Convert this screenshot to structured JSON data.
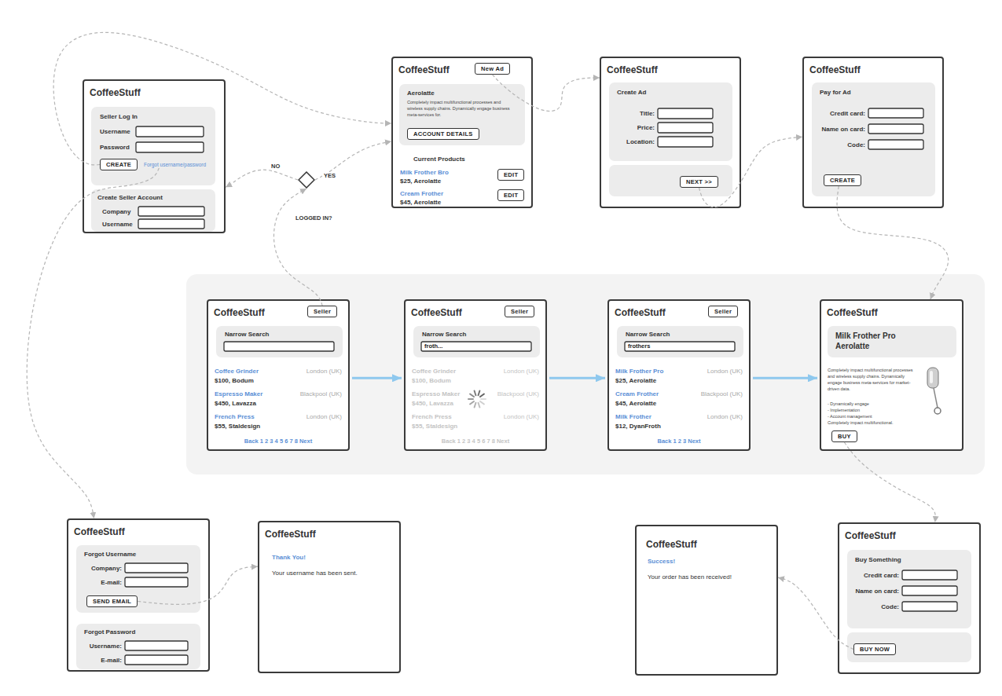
{
  "diagram": {
    "nodes": [
      {
        "text": [
          "CoffeeStuff"
        ]
      },
      {
        "text": [
          "Seller Log In",
          "Username",
          "Password"
        ],
        "in": 0
      },
      {
        "text": [
          "CREATE"
        ],
        "in": 1
      },
      {
        "text": [
          "Forgot username/password"
        ],
        "in": 1
      },
      {
        "text": [
          "Create Seller Account",
          "Company",
          "Username"
        ],
        "in": 0
      },
      {
        "text": [
          "LOGGED IN?"
        ]
      },
      {
        "text": [
          "CoffeeStuff",
          "Current Products",
          "Milk Frother Bro",
          "$25, Aerolatte",
          "Cream Frother",
          "$45, Aerolatte"
        ]
      },
      {
        "text": [
          "New Ad"
        ],
        "in": 6
      },
      {
        "text": [
          "Aerolatte",
          "Completely impact multifunctional processes and wireless supply chains. Dynamically engage business meta-services for."
        ],
        "in": 6
      },
      {
        "text": [
          "ACCOUNT DETAILS"
        ],
        "in": 8
      },
      {
        "text": [
          "EDIT"
        ],
        "in": 6
      },
      {
        "text": [
          "EDIT"
        ],
        "in": 6
      },
      {
        "text": [
          "CoffeeStuff"
        ]
      },
      {
        "text": [
          "Create Ad",
          "Title:",
          "Price:",
          "Location:"
        ],
        "in": 12
      },
      {
        "text": [
          "NEXT >>"
        ],
        "in": 12
      },
      {
        "text": [
          "CoffeeStuff"
        ]
      },
      {
        "text": [
          "Pay for Ad",
          "Credit card:",
          "Name on card:",
          "Code:"
        ],
        "in": 15
      },
      {
        "text": [
          "CREATE"
        ],
        "in": 16
      },
      {
        "text": [
          "CoffeeStuff",
          "Coffee Grinder",
          "London (UK)",
          "$100, Bodum",
          "Espresso Maker",
          "Blackpool (UK)",
          "$450, Lavazza",
          "French Press",
          "London (UK)",
          "$55, Staldesign",
          "Back 1 2 3 4 5 6 7 8 Next"
        ]
      },
      {
        "text": [
          "Seller"
        ],
        "in": 18
      },
      {
        "text": [
          "Narrow Search"
        ],
        "in": 18
      },
      {
        "text": [
          "CoffeeStuff",
          "Coffee Grinder",
          "London (UK)",
          "$100, Bodum",
          "Espresso Maker",
          "Blackpool (UK)",
          "$450, Lavazza",
          "French Press",
          "London (UK)",
          "$55, Staldesign",
          "Back 1 2 3 4 5 6 7 8 Next"
        ]
      },
      {
        "text": [
          "Seller"
        ],
        "in": 21
      },
      {
        "text": [
          "Narrow Search",
          "froth..."
        ],
        "in": 21
      },
      {
        "text": [
          "CoffeeStuff",
          "Milk Frother Pro",
          "London (UK)",
          "$25, Aerolatte",
          "Cream Frother",
          "Blackpool (UK)",
          "$45, Aerolatte",
          "Milk Frother",
          "London (UK)",
          "$12, DyanFroth",
          "Back 1 2 3 Next"
        ]
      },
      {
        "text": [
          "Seller"
        ],
        "in": 24
      },
      {
        "text": [
          "Narrow Search",
          "frothers"
        ],
        "in": 24
      },
      {
        "text": [
          "CoffeeStuff",
          "Completely impact multifunctional processes and wireless supply chains. Dynamically engage business meta-services for market-driven data.",
          "- Dynamically engage",
          "- Implementation",
          "- Account management",
          "Completely impact multifunctional."
        ]
      },
      {
        "text": [
          "Milk Frother Pro Aerolatte"
        ],
        "in": 27
      },
      {
        "text": [
          "BUY"
        ],
        "in": 27
      },
      {
        "text": [
          "CoffeeStuff"
        ]
      },
      {
        "text": [
          "Forgot Username",
          "Company:",
          "E-mail:"
        ],
        "in": 30
      },
      {
        "text": [
          "SEND EMAIL"
        ],
        "in": 31
      },
      {
        "text": [
          "Forgot Password",
          "Username:",
          "E-mail:"
        ],
        "in": 30
      },
      {
        "text": [
          "CoffeeStuff",
          "Thank You!",
          "Your username has been sent."
        ]
      },
      {
        "text": [
          "CoffeeStuff",
          "Success!",
          "Your order has been received!"
        ]
      },
      {
        "text": [
          "CoffeeStuff"
        ]
      },
      {
        "text": [
          "Buy Something",
          "Credit card:",
          "Name on card:",
          "Code:"
        ],
        "in": 36
      },
      {
        "text": [
          "BUY NOW"
        ],
        "in": 36
      }
    ],
    "edges": [
      {
        "from": 2,
        "to": 6,
        "arrow": "to"
      },
      {
        "from": 3,
        "to": 30,
        "arrow": "to"
      },
      {
        "from": 19,
        "to": 5,
        "arrow": "to"
      },
      {
        "from": 5,
        "to": 0,
        "label": "NO",
        "arrow": "to"
      },
      {
        "from": 5,
        "to": 6,
        "label": "YES",
        "arrow": "to"
      },
      {
        "from": 7,
        "to": 12,
        "arrow": "to"
      },
      {
        "from": 14,
        "to": 15,
        "arrow": "to"
      },
      {
        "from": 17,
        "to": 27,
        "arrow": "to"
      },
      {
        "from": 18,
        "to": 21,
        "arrow": "to"
      },
      {
        "from": 21,
        "to": 24,
        "arrow": "to"
      },
      {
        "from": 24,
        "to": 27,
        "arrow": "to"
      },
      {
        "from": 29,
        "to": 36,
        "arrow": "to"
      },
      {
        "from": 38,
        "to": 35,
        "arrow": "to"
      },
      {
        "from": 32,
        "to": 34,
        "arrow": "to"
      }
    ]
  }
}
